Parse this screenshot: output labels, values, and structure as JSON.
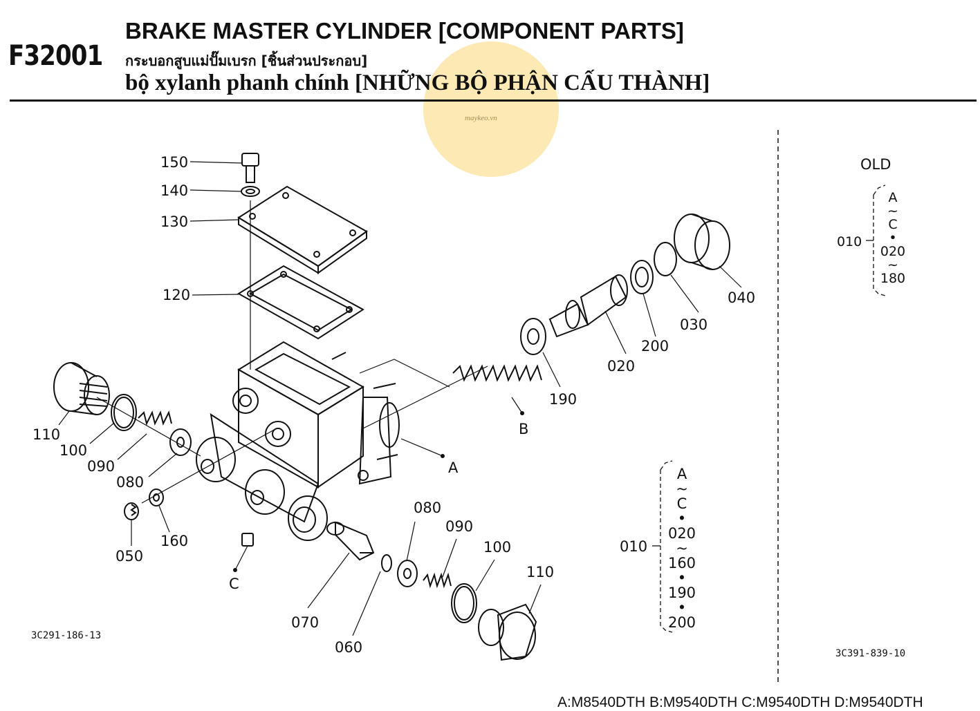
{
  "header": {
    "code": "F32001",
    "title_en": "BRAKE MASTER CYLINDER [COMPONENT PARTS]",
    "title_th": "กระบอกสูบแม่ปั๊มเบรก [ชิ้นส่วนประกอบ]",
    "title_vi": "bộ xylanh phanh chính [NHỮNG BỘ PHẬN CẤU THÀNH]"
  },
  "watermark": {
    "text": "maykeo.vn",
    "color": "#fbe5a6"
  },
  "parts": {
    "p150": "150",
    "p140": "140",
    "p130": "130",
    "p120": "120",
    "p110a": "110",
    "p100a": "100",
    "p090a": "090",
    "p080a": "080",
    "p050": "050",
    "p160": "160",
    "p070": "070",
    "p060": "060",
    "p080b": "080",
    "p090b": "090",
    "p100b": "100",
    "p110b": "110",
    "p190": "190",
    "p020": "020",
    "p200": "200",
    "p030": "030",
    "p040": "040"
  },
  "refs": {
    "A": "A",
    "B": "B",
    "C": "C"
  },
  "old_group": {
    "heading": "OLD",
    "code": "010",
    "lines": [
      "A",
      "~",
      "C",
      "•",
      "020",
      "~",
      "180"
    ]
  },
  "new_group": {
    "code": "010",
    "lines": [
      "A",
      "~",
      "C",
      "•",
      "020",
      "~",
      "160",
      "•",
      "190",
      "•",
      "200"
    ]
  },
  "figure_refs": {
    "left": "3C291-186-13",
    "right": "3C391-839-10"
  },
  "models": "A:M8540DTH B:M9540DTH C:M9540DTH D:M9540DTH"
}
